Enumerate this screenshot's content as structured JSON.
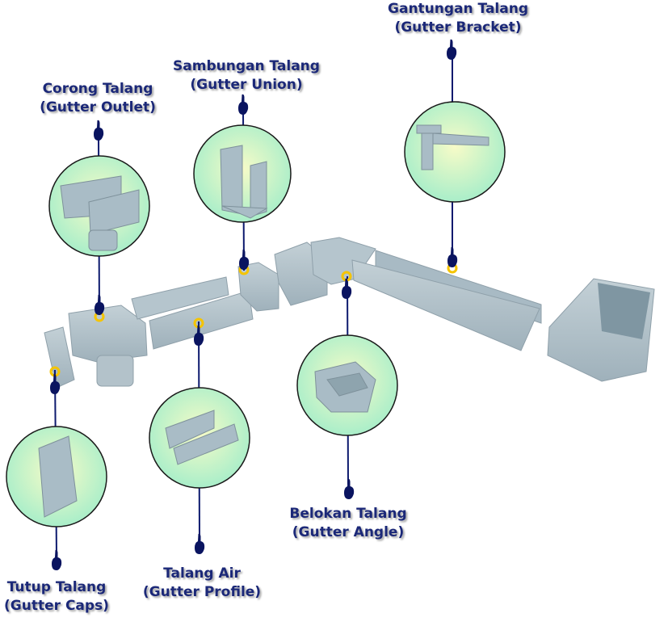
{
  "colors": {
    "label": "#1b2878",
    "line": "#0d1a6e",
    "pin": "#0a1460",
    "circle_center": "#f7fbc8",
    "circle_edge": "#a9eec9",
    "gutter": "#a9bcc6",
    "ring": "#f5c400"
  },
  "labels": [
    {
      "id": "gutter-bracket",
      "line1": "Gantungan Talang",
      "line2": "(Gutter Bracket)"
    },
    {
      "id": "gutter-union",
      "line1": "Sambungan Talang",
      "line2": "(Gutter Union)"
    },
    {
      "id": "gutter-outlet",
      "line1": "Corong Talang",
      "line2": "(Gutter Outlet)"
    },
    {
      "id": "gutter-angle",
      "line1": "Belokan Talang",
      "line2": "(Gutter Angle)"
    },
    {
      "id": "gutter-profile",
      "line1": "Talang Air",
      "line2": "(Gutter Profile)"
    },
    {
      "id": "gutter-caps",
      "line1": "Tutup Talang",
      "line2": "(Gutter Caps)"
    }
  ]
}
